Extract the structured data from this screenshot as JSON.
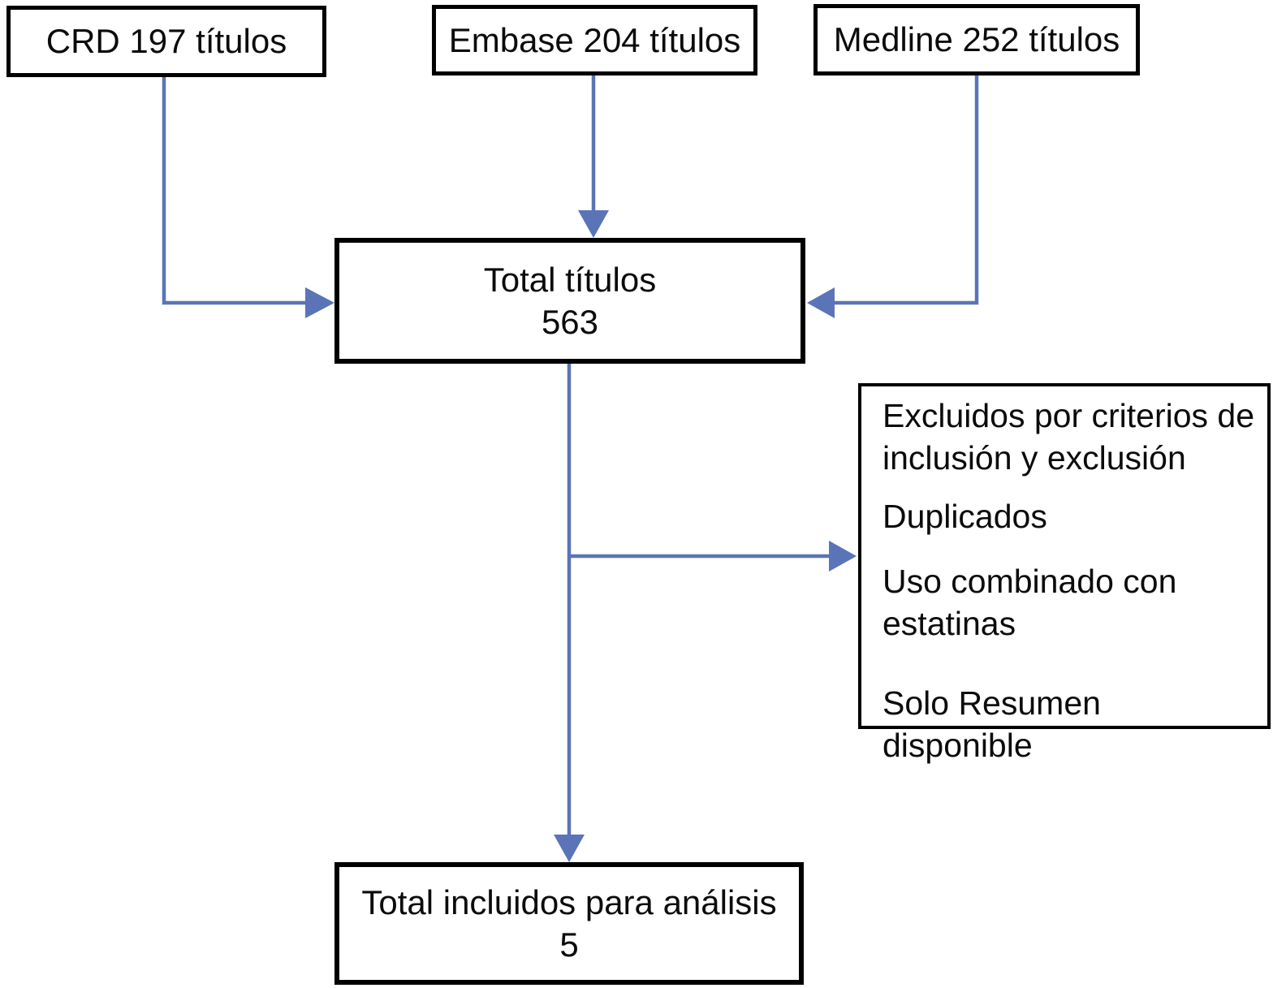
{
  "diagram": {
    "colors": {
      "arrow": "#5B74B8",
      "border": "#000000"
    },
    "sources": [
      {
        "label": "CRD 197 títulos"
      },
      {
        "label": "Embase 204 títulos"
      },
      {
        "label": "Medline 252 títulos"
      }
    ],
    "total": {
      "label": "Total títulos",
      "value": "563"
    },
    "exclusion": {
      "items": [
        "Excluidos por criterios de\ninclusión y exclusión",
        "Duplicados",
        "Uso combinado con\nestatinas",
        "Solo Resumen disponible"
      ]
    },
    "included": {
      "label": "Total incluidos para análisis",
      "value": "5"
    }
  }
}
